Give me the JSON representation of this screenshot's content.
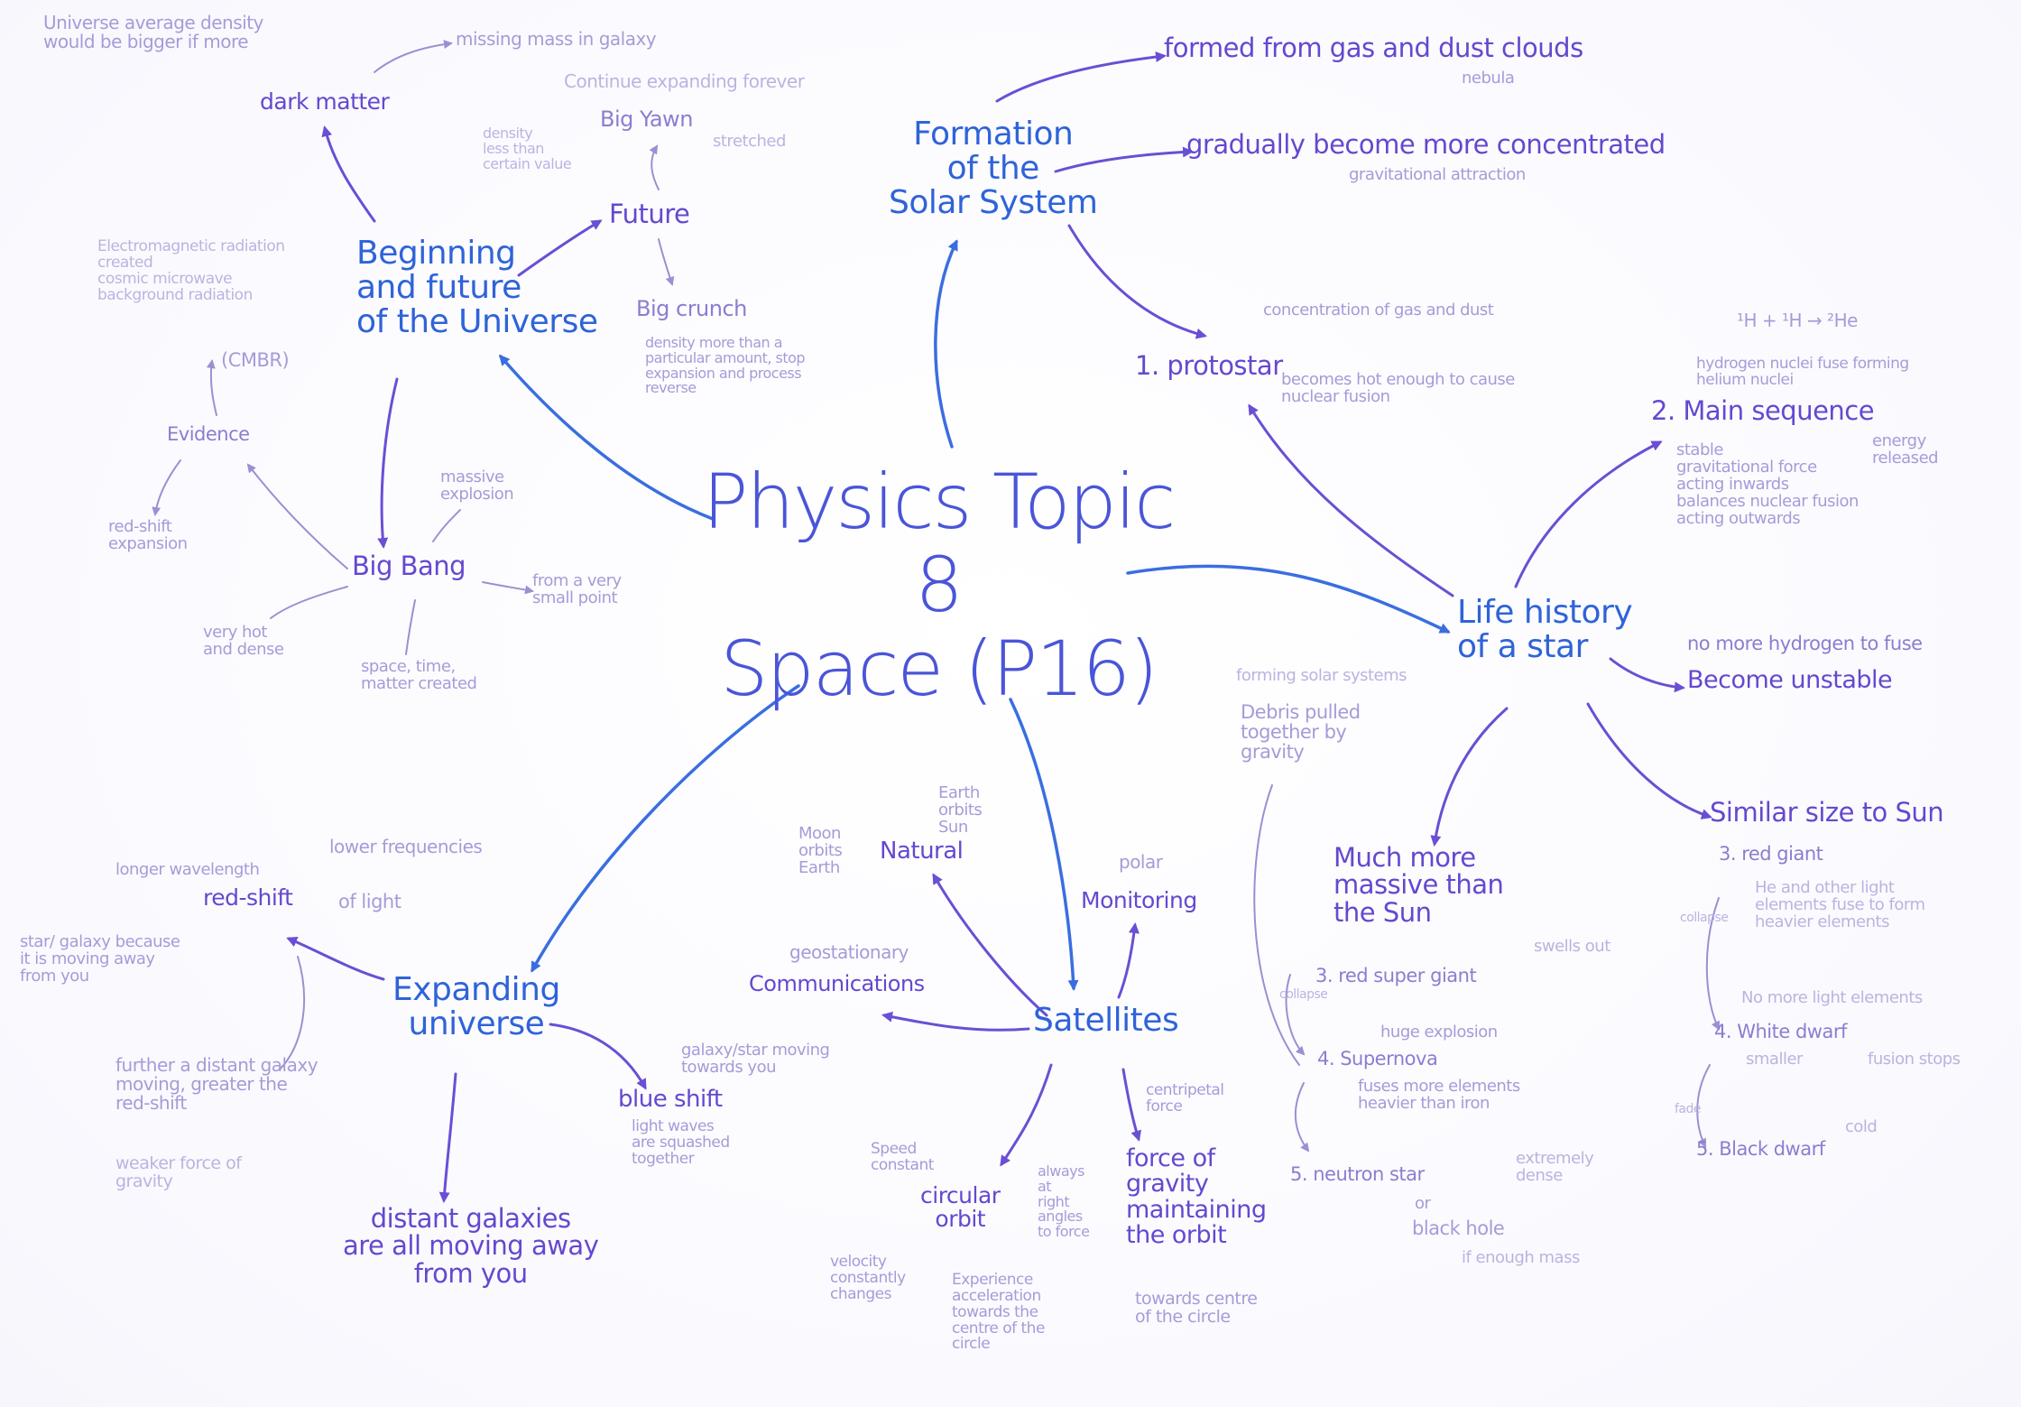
{
  "title": "Physics Topic 8\nSpace (P16)",
  "colors": {
    "blue": "#3a6ee0",
    "purple": "#6a4fd4",
    "grey": "#9a90d2",
    "faint": "#b9b4e0"
  },
  "beginning": {
    "heading": "Beginning\nand future\nof the Universe",
    "dark_matter": "dark matter",
    "dark_matter_note": "missing mass in galaxy",
    "density_note": "Universe average density\nwould be bigger if more",
    "future": "Future",
    "big_yawn": "Big Yawn",
    "big_yawn_note": "Continue expanding forever",
    "big_yawn_side": "stretched",
    "future_side": "density\nless than\ncertain value",
    "big_crunch": "Big crunch",
    "big_crunch_note": "density more than a\nparticular amount, stop\nexpansion and process\nreverse",
    "big_bang": "Big Bang",
    "bb_explosion": "massive\nexplosion",
    "bb_point": "from a very\nsmall point",
    "bb_hot": "very hot\nand dense",
    "bb_created": "space, time,\nmatter created",
    "evidence": "Evidence",
    "cmbr": "(CMBR)",
    "cmbr_note": "Electromagnetic radiation\ncreated\ncosmic microwave\nbackground radiation",
    "redshift_exp": "red-shift\nexpansion"
  },
  "formation": {
    "heading": "Formation\nof the\nSolar System",
    "gas": "formed from gas and dust clouds",
    "nebula": "nebula",
    "concentrated": "gradually become more concentrated",
    "grav_attraction": "gravitational attraction"
  },
  "star": {
    "heading": "Life history\nof a star",
    "protostar": "1. protostar",
    "proto_conc": "concentration of gas and dust",
    "proto_hot": "becomes hot enough to cause\nnuclear fusion",
    "equation": "¹H + ¹H → ²He",
    "fusion_note": "hydrogen nuclei fuse forming\nhelium nuclei",
    "main_seq": "2. Main sequence",
    "stable_note": "stable\ngravitational force\nacting inwards\nbalances nuclear fusion\nacting outwards",
    "energy_note": "energy\nreleased",
    "no_hydrogen": "no more hydrogen to fuse",
    "unstable": "Become unstable",
    "forming": "forming solar systems",
    "debris": "Debris pulled\ntogether by\ngravity",
    "massive": "Much more\nmassive than\nthe Sun",
    "red_super": "3. red super giant",
    "swells": "swells out",
    "collapse1": "collapse",
    "explosion": "huge explosion",
    "supernova": "4. Supernova",
    "supernova_note": "fuses more elements\nheavier than iron",
    "neutron": "5. neutron star",
    "dense": "extremely\ndense",
    "or": "or",
    "black_hole": "black hole",
    "enough_mass": "if enough mass",
    "similar": "Similar size to Sun",
    "red_giant": "3. red giant",
    "red_giant_note": "He and other light\nelements fuse to form\nheavier elements",
    "no_light": "No more light elements",
    "white_dwarf": "4. White dwarf",
    "smaller": "smaller",
    "fusion_stops": "fusion stops",
    "cold": "cold",
    "black_dwarf": "5. Black dwarf",
    "collapse2": "collapse",
    "fade": "fade"
  },
  "expanding": {
    "heading": "Expanding\nuniverse",
    "red_shift": "red-shift",
    "of_light": "of light",
    "longer": "longer wavelength",
    "lower": "lower frequencies",
    "star_galaxy": "star/ galaxy because\nit is moving away\nfrom you",
    "further": "further a distant galaxy\nmoving, greater the\nred-shift",
    "weaker": "weaker force of\ngravity",
    "blue_shift": "blue shift",
    "blue_note": "galaxy/star moving\ntowards you",
    "blue_note2": "light waves\nare squashed\ntogether",
    "distant": "distant galaxies\nare all moving away\nfrom you"
  },
  "satellites": {
    "heading": "Satellites",
    "natural": "Natural",
    "moon_note": "Moon\norbits\nEarth",
    "earth_note": "Earth\norbits\nSun",
    "polar": "polar",
    "monitoring": "Monitoring",
    "geo": "geostationary",
    "communications": "Communications",
    "circular": "circular\norbit",
    "speed": "Speed\nconstant",
    "velocity": "velocity\nconstantly\nchanges",
    "always": "always\nat\nright\nangles\nto force",
    "experience": "Experience\nacceleration\ntowards the\ncentre of the\ncircle",
    "centripetal": "centripetal\nforce",
    "force_gravity": "force of\ngravity\nmaintaining\nthe orbit",
    "towards_centre": "towards centre\nof the circle"
  }
}
